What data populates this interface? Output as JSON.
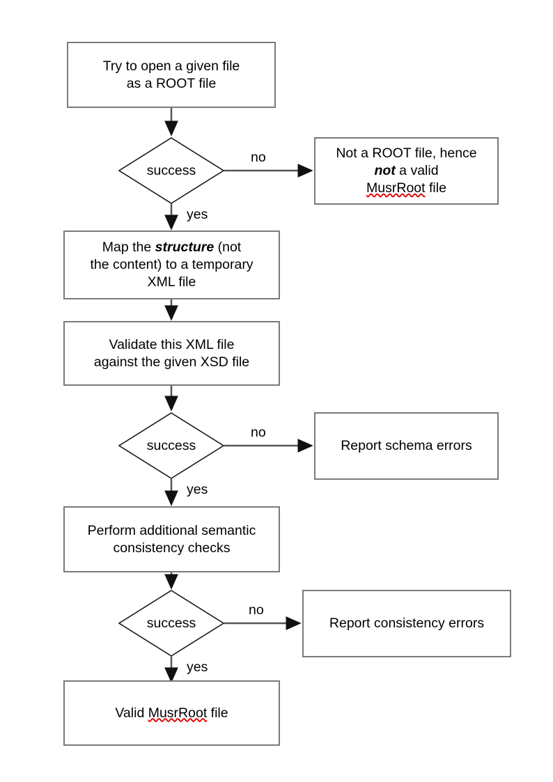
{
  "diagram": {
    "title": "MusrRoot file validation flowchart",
    "colors": {
      "box_border": "#7a7a7a",
      "diamond_border": "#1a1a1a",
      "connector": "#555555",
      "text": "#000000",
      "background": "#ffffff",
      "spellcheck_underline": "#e00000"
    },
    "nodes": {
      "open_file": {
        "shape": "process",
        "line1": "Try to open a given file",
        "line2": "as a ROOT file"
      },
      "decision_open": {
        "shape": "decision",
        "label": "success"
      },
      "not_root": {
        "shape": "process",
        "line1": "Not a ROOT file, hence",
        "line2_bold": "not",
        "line2_rest": " a valid",
        "line3_misspelled": "MusrRoot",
        "line3_rest": " file"
      },
      "map_structure": {
        "shape": "process",
        "line1_pre": "Map the ",
        "line1_bold": "structure",
        "line1_post": " (not",
        "line2": "the content) to a temporary",
        "line3": "XML file"
      },
      "validate_xml": {
        "shape": "process",
        "line1": "Validate this XML file",
        "line2": "against the given XSD file"
      },
      "decision_schema": {
        "shape": "decision",
        "label": "success"
      },
      "report_schema": {
        "shape": "process",
        "line1": "Report schema errors"
      },
      "semantic_checks": {
        "shape": "process",
        "line1": "Perform additional semantic",
        "line2": "consistency checks"
      },
      "decision_consistency": {
        "shape": "decision",
        "label": "success"
      },
      "report_consistency": {
        "shape": "process",
        "line1": "Report consistency errors"
      },
      "valid_file": {
        "shape": "process",
        "line1_pre": "Valid ",
        "line1_misspelled": "MusrRoot",
        "line1_post": " file"
      }
    },
    "edge_labels": {
      "no_1": "no",
      "yes_1": "yes",
      "no_2": "no",
      "yes_2": "yes",
      "no_3": "no",
      "yes_3": "yes"
    }
  }
}
